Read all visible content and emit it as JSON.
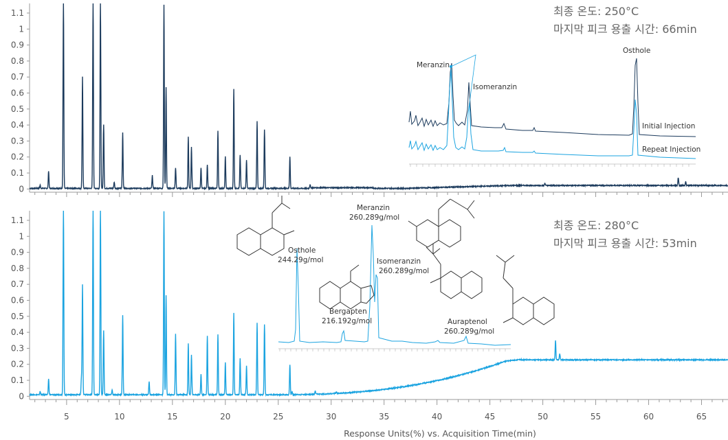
{
  "colors": {
    "top": "#1b3a5c",
    "bottom": "#1aa3e0",
    "axis": "#999999",
    "text": "#555555"
  },
  "chart_data": [
    {
      "type": "line",
      "name": "top-chromatogram",
      "xlim": [
        1.5,
        67.5
      ],
      "ylim": [
        -0.02,
        1.16
      ],
      "y_ticks": [
        "0",
        "0.1",
        "0.2",
        "0.3",
        "0.4",
        "0.5",
        "0.6",
        "0.7",
        "0.8",
        "0.9",
        "1",
        "1.1"
      ],
      "annotation": [
        "최종 온도: 250°C",
        "마지막 피크 용출 시간: 66min"
      ],
      "peaks": [
        [
          2.5,
          0.02
        ],
        [
          3.3,
          0.11
        ],
        [
          4.7,
          1.2
        ],
        [
          6.5,
          0.7
        ],
        [
          7.5,
          1.2
        ],
        [
          8.2,
          1.2
        ],
        [
          8.5,
          0.4
        ],
        [
          9.5,
          0.04
        ],
        [
          10.3,
          0.35
        ],
        [
          13.1,
          0.08
        ],
        [
          14.2,
          1.15
        ],
        [
          14.4,
          0.63
        ],
        [
          15.3,
          0.13
        ],
        [
          16.5,
          0.32
        ],
        [
          16.8,
          0.26
        ],
        [
          17.7,
          0.13
        ],
        [
          18.3,
          0.15
        ],
        [
          19.3,
          0.36
        ],
        [
          20.0,
          0.2
        ],
        [
          20.8,
          0.62
        ],
        [
          21.4,
          0.21
        ],
        [
          22.0,
          0.18
        ],
        [
          23.0,
          0.42
        ],
        [
          23.7,
          0.37
        ],
        [
          26.1,
          0.2
        ],
        [
          28.0,
          0.02
        ],
        [
          50.2,
          0.015
        ],
        [
          62.8,
          0.05
        ],
        [
          63.5,
          0.025
        ]
      ],
      "inset": {
        "labels": [
          "Meranzin",
          "Isomeranzin",
          "Osthole"
        ],
        "traces": [
          "Initial Injection",
          "Repeat Injection"
        ]
      }
    },
    {
      "type": "line",
      "name": "bottom-chromatogram",
      "xlim": [
        1.5,
        67.5
      ],
      "ylim": [
        -0.02,
        1.16
      ],
      "y_ticks": [
        "0",
        "0.1",
        "0.2",
        "0.3",
        "0.4",
        "0.5",
        "0.6",
        "0.7",
        "0.8",
        "0.9",
        "1",
        "1.1"
      ],
      "x_ticks": [
        "5",
        "10",
        "15",
        "20",
        "25",
        "30",
        "35",
        "40",
        "45",
        "50",
        "55",
        "60",
        "65"
      ],
      "xlabel": "Response Units(%) vs. Acquisition Time(min)",
      "annotation": [
        "최종 온도: 280°C",
        "마지막 피크 용출 시간: 53min"
      ],
      "peaks": [
        [
          2.5,
          0.02
        ],
        [
          3.3,
          0.1
        ],
        [
          4.7,
          1.2
        ],
        [
          6.4,
          0.1
        ],
        [
          6.5,
          0.69
        ],
        [
          7.5,
          1.2
        ],
        [
          8.2,
          1.2
        ],
        [
          8.5,
          0.4
        ],
        [
          9.3,
          0.03
        ],
        [
          10.3,
          0.5
        ],
        [
          12.8,
          0.08
        ],
        [
          14.2,
          1.15
        ],
        [
          14.4,
          0.62
        ],
        [
          15.3,
          0.38
        ],
        [
          16.5,
          0.32
        ],
        [
          16.8,
          0.25
        ],
        [
          17.7,
          0.13
        ],
        [
          18.3,
          0.37
        ],
        [
          19.3,
          0.38
        ],
        [
          20.0,
          0.2
        ],
        [
          20.8,
          0.51
        ],
        [
          21.4,
          0.23
        ],
        [
          22.0,
          0.18
        ],
        [
          23.0,
          0.45
        ],
        [
          23.7,
          0.44
        ],
        [
          26.1,
          0.19
        ],
        [
          26.3,
          0.02
        ],
        [
          28.5,
          0.02
        ],
        [
          30.5,
          0.01
        ],
        [
          51.2,
          0.12
        ],
        [
          51.6,
          0.04
        ]
      ],
      "inset": {
        "labels": [
          {
            "name": "Osthole",
            "mass": "244.29g/mol"
          },
          {
            "name": "Meranzin",
            "mass": "260.289g/mol"
          },
          {
            "name": "Isomeranzin",
            "mass": "260.289g/mol"
          },
          {
            "name": "Bergapten",
            "mass": "216.192g/mol"
          },
          {
            "name": "Auraptenol",
            "mass": "260.289g/mol"
          }
        ]
      }
    }
  ]
}
